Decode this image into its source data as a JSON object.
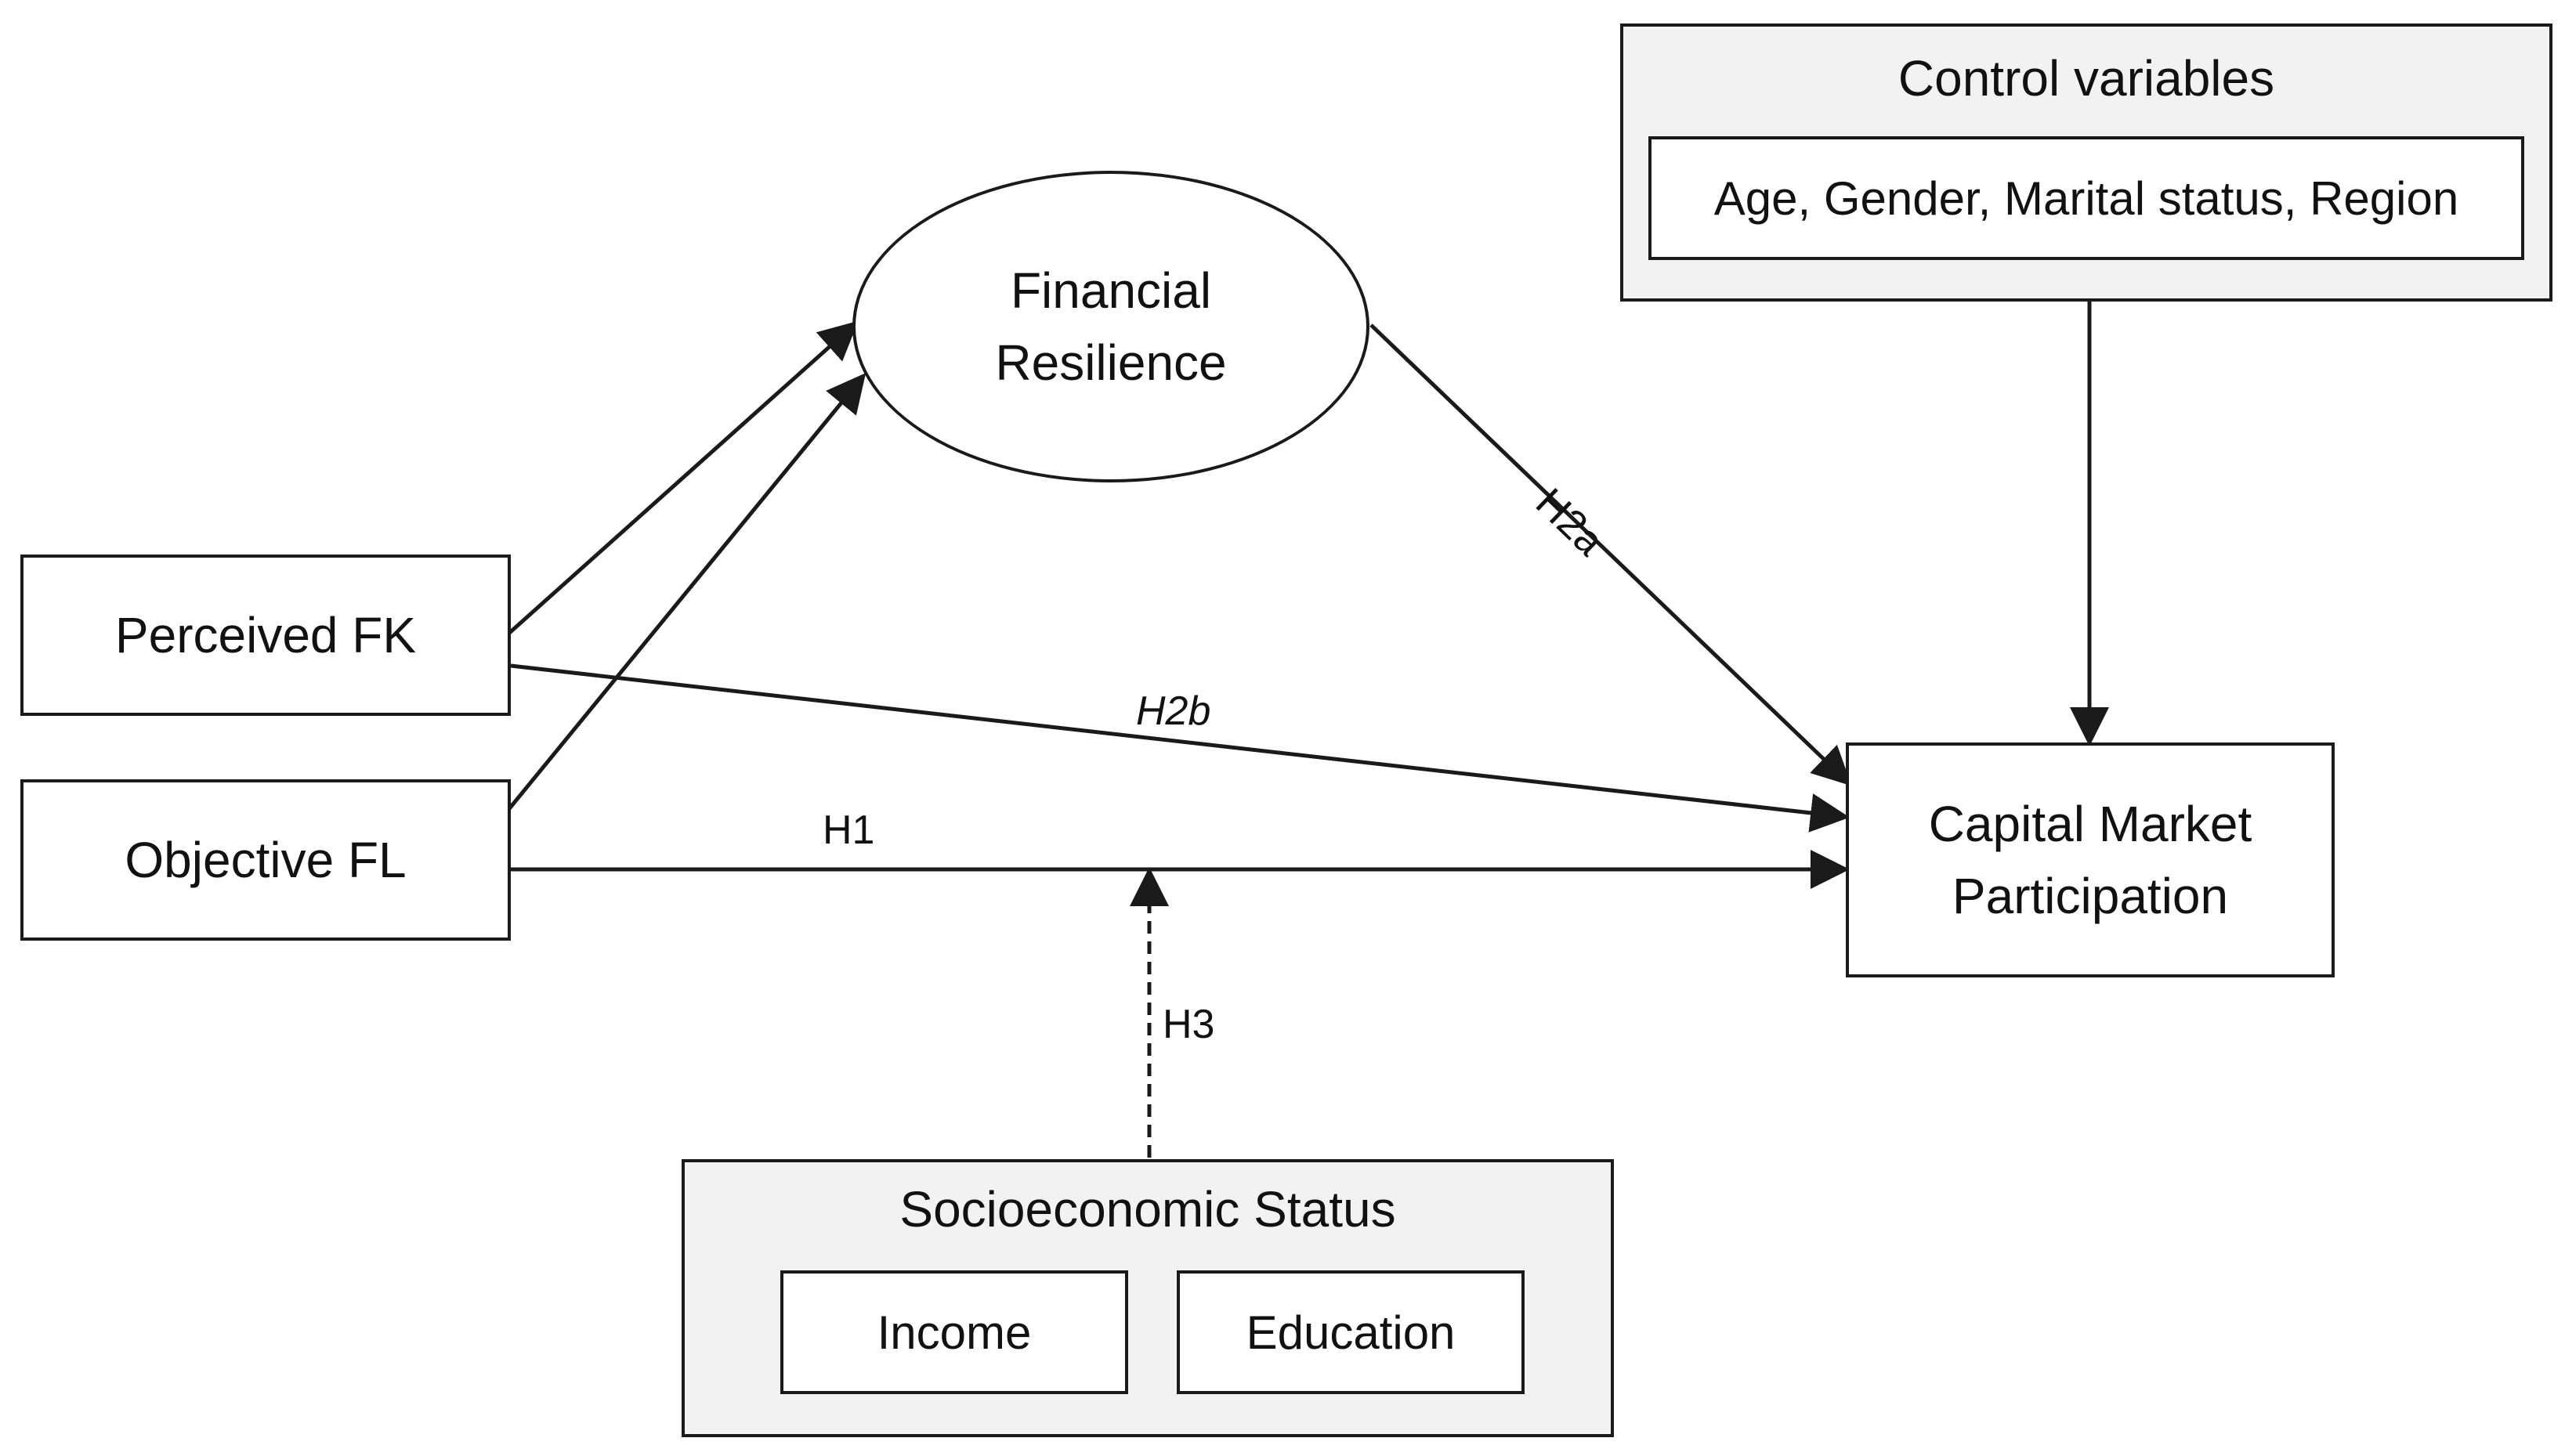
{
  "nodes": {
    "perceived_fk": "Perceived FK",
    "objective_fl": "Objective FL",
    "financial_resilience": [
      "Financial",
      "Resilience"
    ],
    "capital_market": [
      "Capital Market",
      "Participation"
    ]
  },
  "control_variables": {
    "title": "Control variables",
    "items": "Age, Gender, Marital status, Region"
  },
  "socioeconomic_status": {
    "title": "Socioeconomic Status",
    "income": "Income",
    "education": "Education"
  },
  "paths": {
    "h1": "H1",
    "h2a": "H2a",
    "h2b": "H2b",
    "h3": "H3"
  },
  "colors": {
    "line": "#1a1a1a",
    "group_fill": "#f2f2f2"
  }
}
